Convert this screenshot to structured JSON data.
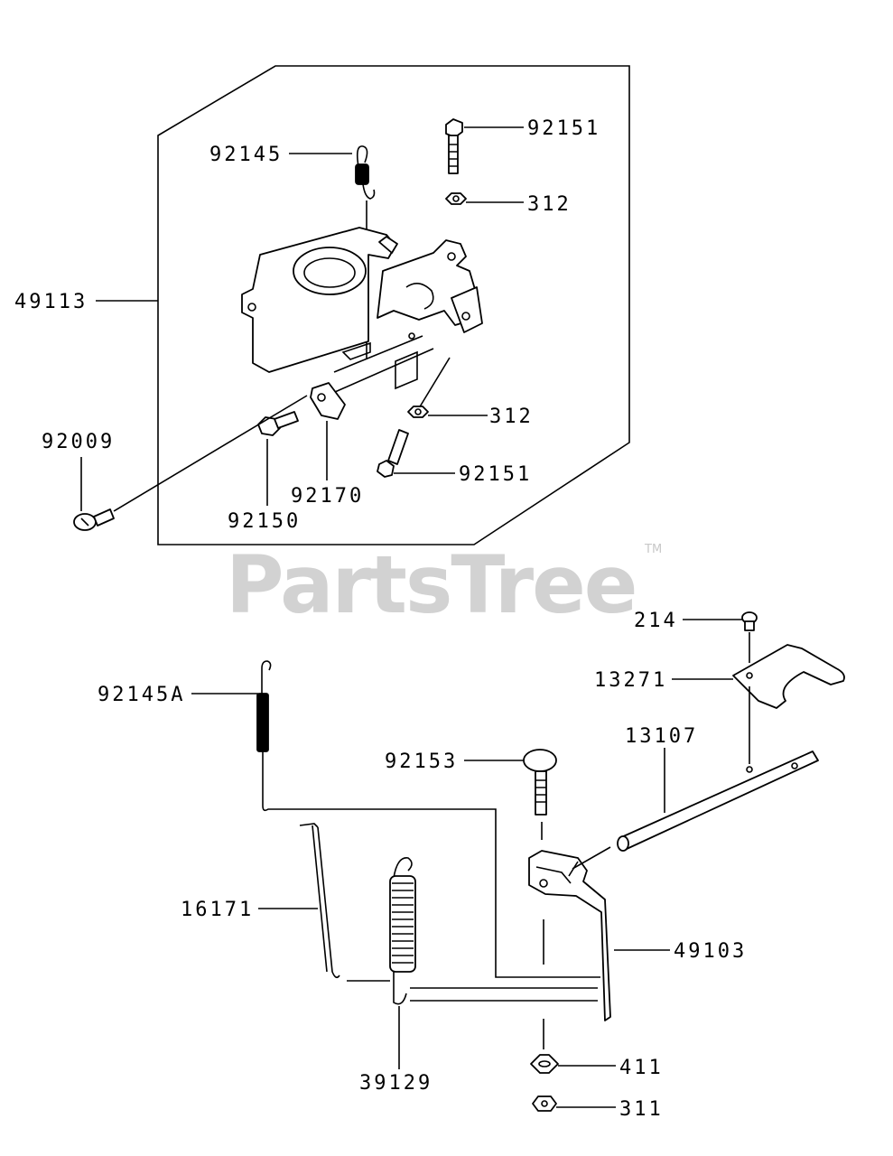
{
  "watermark": {
    "text": "PartsTree",
    "trademark": "TM"
  },
  "labels": {
    "l49113": "49113",
    "l92145": "92145",
    "l92151a": "92151",
    "l312a": "312",
    "l312b": "312",
    "l92151b": "92151",
    "l92009": "92009",
    "l92170": "92170",
    "l92150": "92150",
    "l214": "214",
    "l13271": "13271",
    "l13107": "13107",
    "l92145A": "92145A",
    "l92153": "92153",
    "l16171": "16171",
    "l49103": "49103",
    "l39129": "39129",
    "l411": "411",
    "l311": "311"
  }
}
